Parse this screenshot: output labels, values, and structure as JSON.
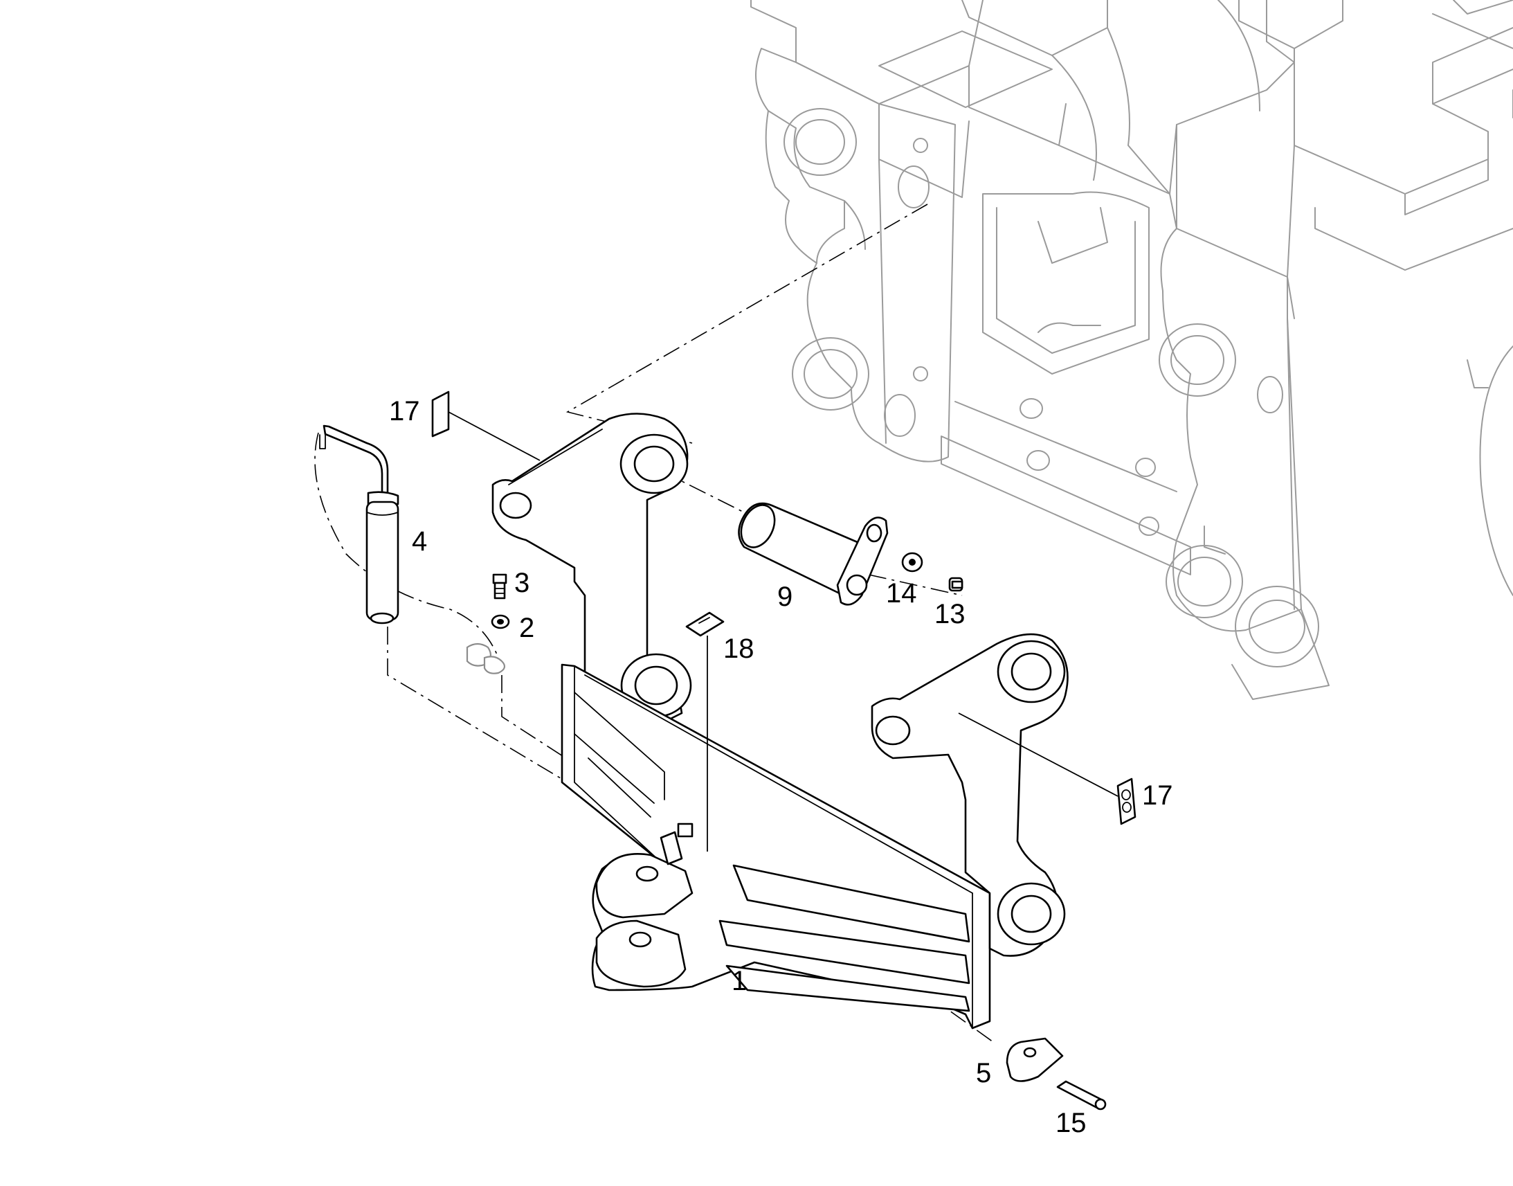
{
  "diagram": {
    "callouts": [
      {
        "id": "17a",
        "text": "17"
      },
      {
        "id": "4",
        "text": "4"
      },
      {
        "id": "3",
        "text": "3"
      },
      {
        "id": "2",
        "text": "2"
      },
      {
        "id": "9",
        "text": "9"
      },
      {
        "id": "14",
        "text": "14"
      },
      {
        "id": "13",
        "text": "13"
      },
      {
        "id": "18",
        "text": "18"
      },
      {
        "id": "17b",
        "text": "17"
      },
      {
        "id": "1",
        "text": "1"
      },
      {
        "id": "5",
        "text": "5"
      },
      {
        "id": "15",
        "text": "15"
      }
    ]
  }
}
